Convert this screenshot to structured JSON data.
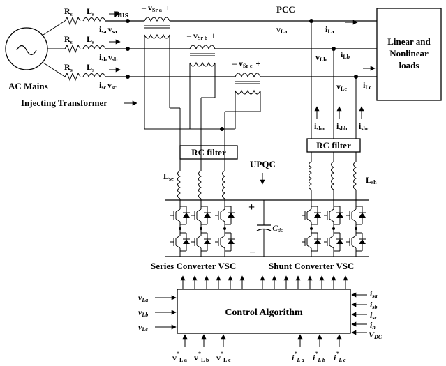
{
  "labels": {
    "rs": "R",
    "rs_sub": "s",
    "ls": "L",
    "ls_sub": "s",
    "bus": "Bus",
    "pcc": "PCC",
    "ac_mains": "AC Mains",
    "loads_line1": "Linear and",
    "loads_line2": "Nonlinear",
    "loads_line3": "loads",
    "injecting_transformer": "Injecting Transformer",
    "rc_filter_series": "RC filter",
    "rc_filter_shunt": "RC filter",
    "upqc": "UPQC",
    "lse": "L",
    "lse_sub": "se",
    "lsh": "L",
    "lsh_sub": "sh",
    "cdc": "C",
    "cdc_sub": "dc",
    "plus": "+",
    "minus": "−",
    "series_vsc": "Series Converter VSC",
    "shunt_vsc": "Shunt Converter VSC",
    "control_algorithm": "Control Algorithm",
    "phase_a": {
      "isa": "i",
      "isa_sub": "sa",
      "vsa": "v",
      "vsa_sub": "sa",
      "vsr": "– v",
      "vsr_sub": "Sr a",
      "vsr_plus": "+",
      "vL": "v",
      "vL_sub": "La",
      "iL": "i",
      "iL_sub": "La"
    },
    "phase_b": {
      "isb": "i",
      "isb_sub": "sb",
      "vsb": "v",
      "vsb_sub": "sb",
      "vsr": "– v",
      "vsr_sub": "Sr b",
      "vsr_plus": "+",
      "vL": "v",
      "vL_sub": "Lb",
      "iL": "i",
      "iL_sub": "Lb"
    },
    "phase_c": {
      "isc": "i",
      "isc_sub": "sc",
      "vsc": "v",
      "vsc_sub": "sc",
      "vsr": "– v",
      "vsr_sub": "Sr c",
      "vsr_plus": "+",
      "vL": "v",
      "vL_sub": "Lc",
      "iL": "i",
      "iL_sub": "Lc"
    },
    "shunt_currents": [
      {
        "main": "i",
        "sub": "sha"
      },
      {
        "main": "i",
        "sub": "shb"
      },
      {
        "main": "i",
        "sub": "shc"
      }
    ],
    "control_inputs_left": [
      {
        "main": "v",
        "sub": "La"
      },
      {
        "main": "v",
        "sub": "Lb"
      },
      {
        "main": "v",
        "sub": "Lc"
      }
    ],
    "control_inputs_right": [
      {
        "main": "i",
        "sub": "sa"
      },
      {
        "main": "i",
        "sub": "sb"
      },
      {
        "main": "i",
        "sub": "sc"
      },
      {
        "main": "i",
        "sub": "n"
      },
      {
        "main": "V",
        "sub": "DC"
      }
    ],
    "control_refs_left": [
      {
        "main": "v",
        "sup": "*",
        "sub": "L a"
      },
      {
        "main": "v",
        "sup": "*",
        "sub": "L b"
      },
      {
        "main": "v",
        "sup": "*",
        "sub": "L c"
      }
    ],
    "control_refs_right": [
      {
        "main": "i",
        "sup": "*",
        "sub": "L a"
      },
      {
        "main": "i",
        "sup": "*",
        "sub": "L b"
      },
      {
        "main": "i",
        "sup": "*",
        "sub": "L c"
      }
    ]
  }
}
